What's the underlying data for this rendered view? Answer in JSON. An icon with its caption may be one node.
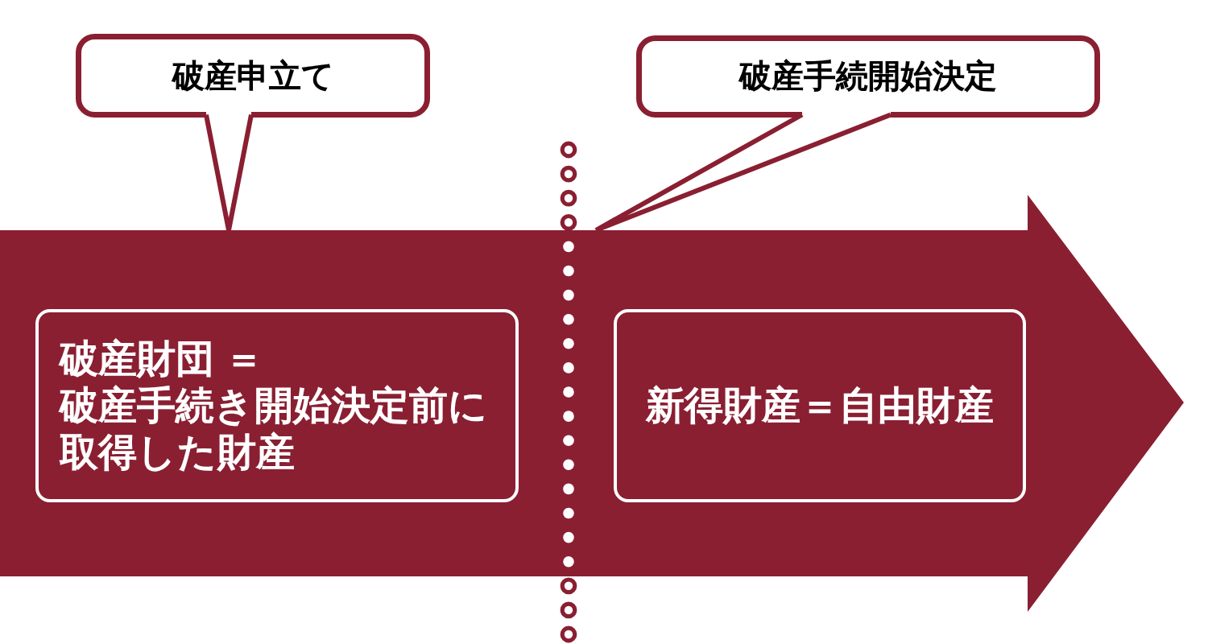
{
  "diagram": {
    "nodes": [
      {
        "text": [],
        "shape": "arrow"
      },
      {
        "text": [
          "破産申立て"
        ]
      },
      {
        "text": [
          "破産手続開始決定"
        ]
      },
      {
        "text": [
          "破産財団 ＝",
          "破産手続き開始決定前に取得した財産"
        ],
        "in": 0
      },
      {
        "text": [
          "新得財産＝自由財産"
        ],
        "in": 0
      }
    ],
    "edges": [
      {
        "from": 1,
        "to": 0,
        "arrow": "none"
      },
      {
        "from": 2,
        "to": 0,
        "arrow": "none"
      }
    ]
  }
}
